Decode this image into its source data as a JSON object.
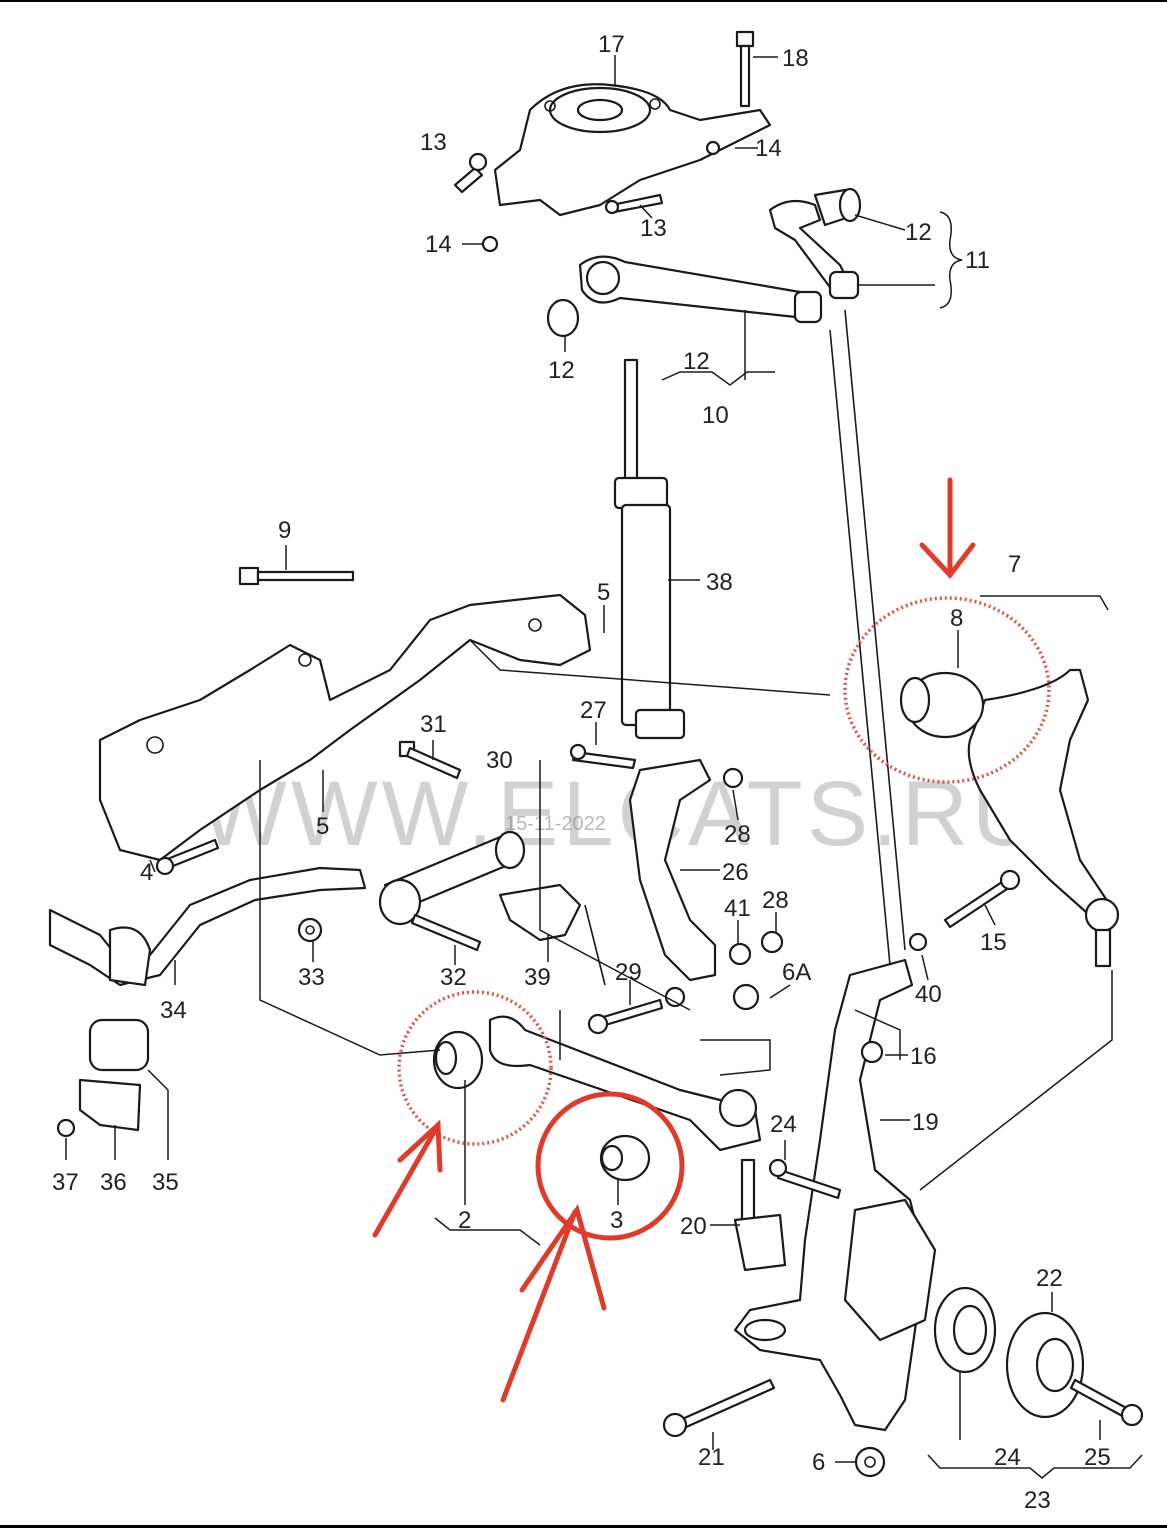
{
  "watermark": "WWW.ELCATS.RU",
  "date_stamp": "15-11-2022",
  "callouts": {
    "c17": "17",
    "c18": "18",
    "c13a": "13",
    "c14a": "14",
    "c13b": "13",
    "c14b": "14",
    "c12a": "12",
    "c11": "11",
    "c12b": "12",
    "c12c": "12",
    "c10": "10",
    "c9": "9",
    "c38": "38",
    "c7": "7",
    "c8": "8",
    "c5a": "5",
    "c27": "27",
    "c31": "31",
    "c30": "30",
    "c5b": "5",
    "c28a": "28",
    "c26": "26",
    "c4": "4",
    "c41": "41",
    "c28b": "28",
    "c15": "15",
    "c33": "33",
    "c32": "32",
    "c39": "39",
    "c29": "29",
    "c6A": "6A",
    "c40": "40",
    "c34": "34",
    "c16": "16",
    "c19": "19",
    "c24a": "24",
    "c37": "37",
    "c36": "36",
    "c35": "35",
    "c2": "2",
    "c3": "3",
    "c20": "20",
    "c22": "22",
    "c21": "21",
    "c6": "6",
    "c24b": "24",
    "c25": "25",
    "c23": "23"
  },
  "annotation_color": "#e03a2a"
}
